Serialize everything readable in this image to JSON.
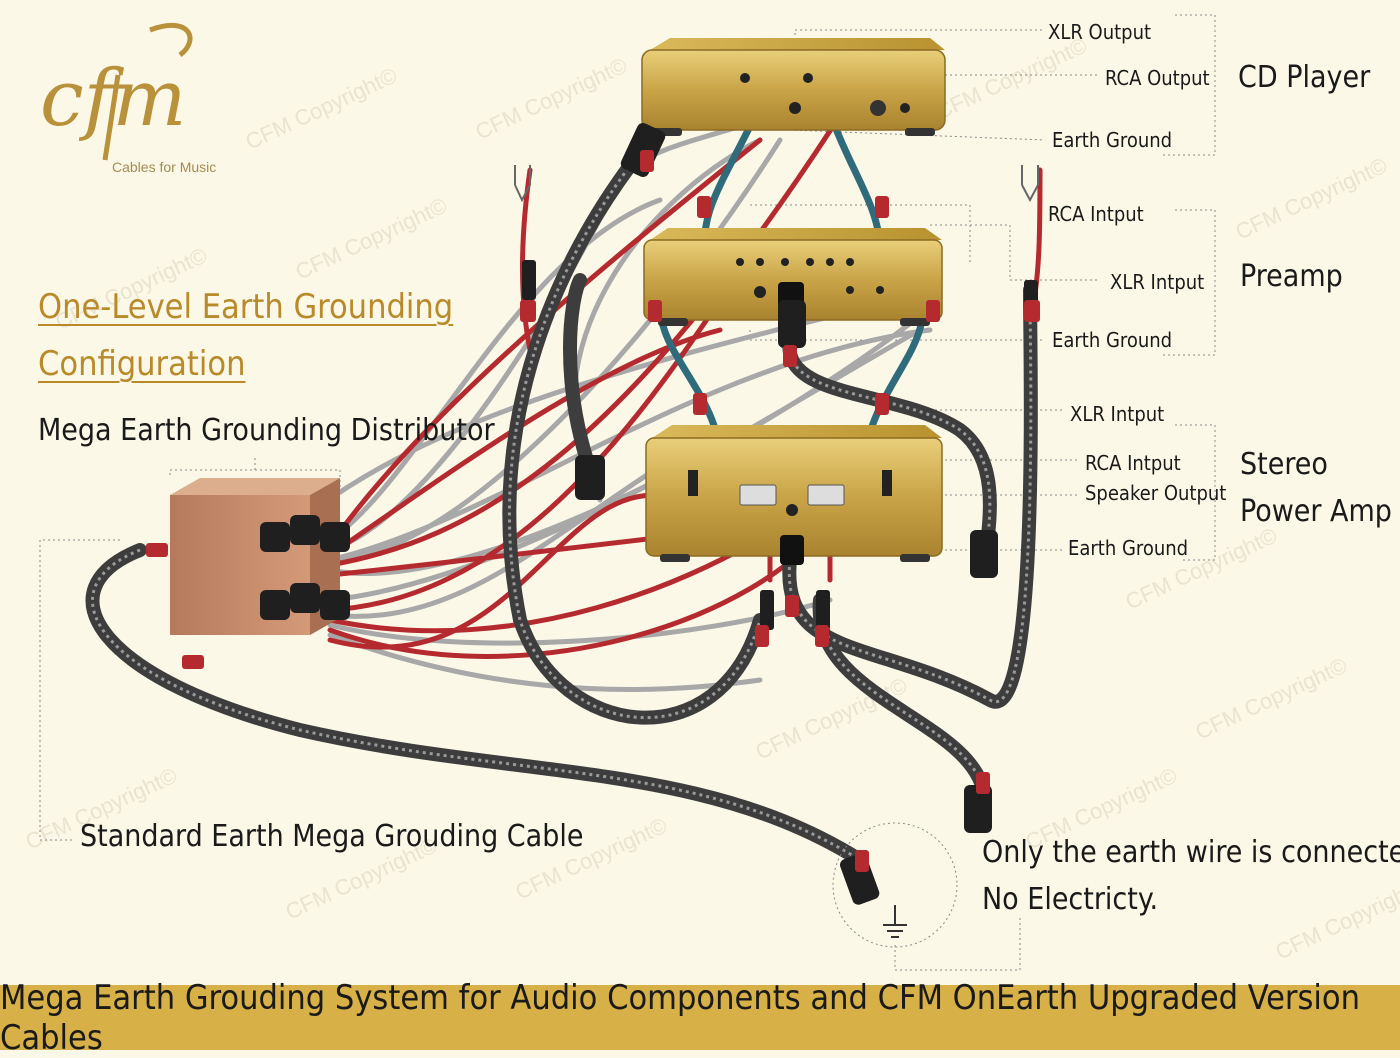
{
  "logo": {
    "mark": "cfm",
    "subtitle": "Cables for Music"
  },
  "title_line1": "One-Level Earth Grounding",
  "title_line2": "Configuration",
  "distributor_label": "Mega Earth Grounding Distributor",
  "cable_label": "Standard Earth Mega Grouding Cable",
  "note_line1": "Only the earth wire is connected.",
  "note_line2": "No Electricty.",
  "footer": "Mega Earth Grouding System for Audio Components and CFM OnEarth Upgraded Version Cables",
  "components": [
    {
      "name": "CD Player",
      "ports": [
        "XLR Output",
        "RCA Output",
        "Earth Ground"
      ]
    },
    {
      "name": "Preamp",
      "ports": [
        "RCA Intput",
        "XLR Intput",
        "Earth Ground"
      ]
    },
    {
      "name_line1": "Stereo",
      "name_line2": "Power Amp",
      "ports": [
        "XLR Intput",
        "RCA Intput",
        "Speaker Output",
        "Earth Ground"
      ]
    }
  ],
  "watermark": "CFM Copyright©",
  "colors": {
    "background": "#fbf8e7",
    "footer": "#d7b047",
    "title": "#b88a2a",
    "chassis": "#c9a447",
    "earth_wire": "#b52a2f",
    "signal_wire": "#a8a8a8",
    "interconnect": "#2f6b7a",
    "power_cable": "#3a3a3a",
    "distributor": "#c48a6a"
  }
}
